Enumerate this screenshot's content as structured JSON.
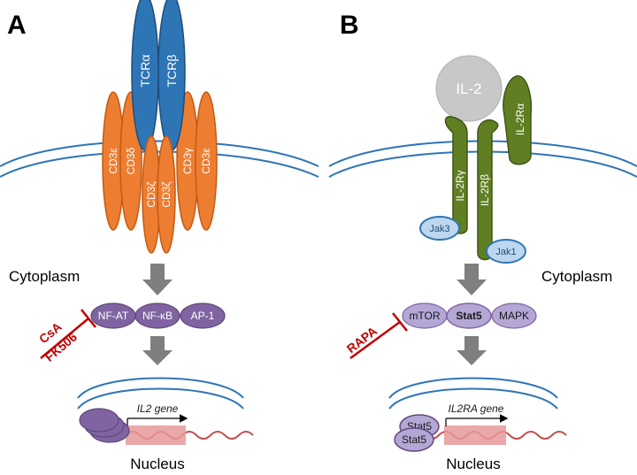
{
  "panels": {
    "a": {
      "letter": "A",
      "tcr_chains": [
        "TCRα",
        "TCRβ"
      ],
      "cd3_chains": [
        "CD3ε",
        "CD3δ",
        "CD3γ",
        "CD3ε"
      ],
      "zeta_chains": [
        "CD3ζ",
        "CD3ζ"
      ],
      "cytoplasm_label": "Cytoplasm",
      "factors": [
        "NF-AT",
        "NF-κB",
        "AP-1"
      ],
      "inhibitors": [
        "CsA",
        "FK506"
      ],
      "gene_label": "IL2 gene",
      "nucleus_label": "Nucleus"
    },
    "b": {
      "letter": "B",
      "ligand": "IL-2",
      "receptors": [
        "IL-2Rγ",
        "IL-2Rβ",
        "IL-2Rα"
      ],
      "kinases": [
        "Jak3",
        "Jak1"
      ],
      "cytoplasm_label": "Cytoplasm",
      "factors": [
        "mTOR",
        "Stat5",
        "MAPK"
      ],
      "inhibitor": "RAPA",
      "gene_label": "IL2RA gene",
      "stat_labels": [
        "Stat5",
        "Stat5"
      ],
      "nucleus_label": "Nucleus"
    }
  },
  "colors": {
    "tcr_blue": "#2e75b6",
    "cd3_orange": "#ed7d31",
    "factor_purple": "#8064a2",
    "factor_light_purple": "#b4a7d6",
    "receptor_green": "#5f7f22",
    "ligand_grey": "#c8c8c8",
    "jak_blue": "#9dc3e6",
    "membrane_blue": "#2e75b6",
    "dna_red": "#c0504d",
    "inhibitor_red": "#c00000",
    "arrow_grey": "#7f7f7f"
  }
}
